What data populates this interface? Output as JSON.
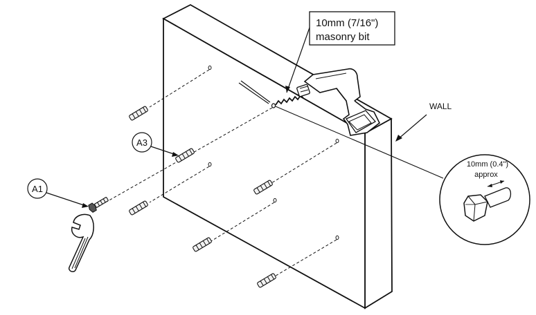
{
  "callouts": {
    "drill_bit": [
      "10mm (7/16\")",
      "masonry bit"
    ],
    "wall": "WALL",
    "a1": "A1",
    "a3": "A3",
    "detail_size": "10mm (0.4\")",
    "detail_approx": "approx"
  },
  "icons": [
    "drill-icon",
    "wrench-icon",
    "screw-icon",
    "anchor-icon",
    "bolt-detail-icon"
  ]
}
